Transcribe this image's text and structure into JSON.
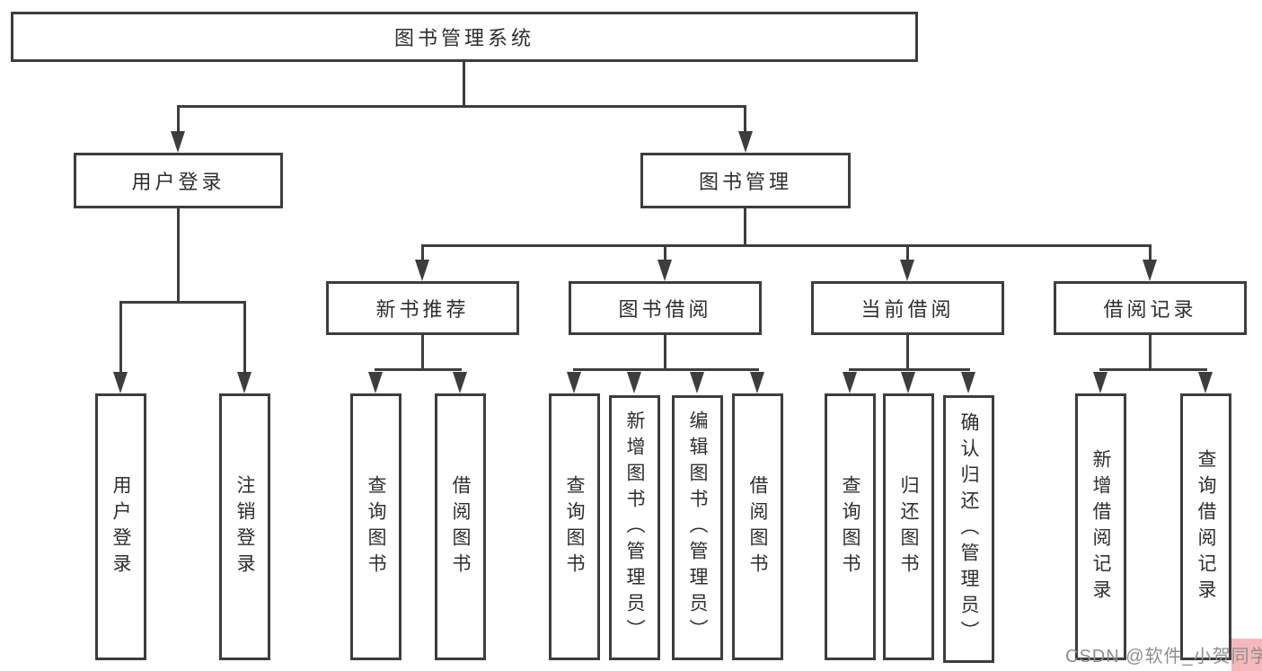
{
  "tree": {
    "root": {
      "label": "图书管理系统"
    },
    "children": [
      {
        "label": "用户登录",
        "children": [
          {
            "label": "用户登录"
          },
          {
            "label": "注销登录"
          }
        ]
      },
      {
        "label": "图书管理",
        "children": [
          {
            "label": "新书推荐",
            "children": [
              {
                "label": "查询图书"
              },
              {
                "label": "借阅图书"
              }
            ]
          },
          {
            "label": "图书借阅",
            "children": [
              {
                "label": "查询图书"
              },
              {
                "label": "新增图书（管理员）"
              },
              {
                "label": "编辑图书（管理员）"
              },
              {
                "label": "借阅图书"
              }
            ]
          },
          {
            "label": "当前借阅",
            "children": [
              {
                "label": "查询图书"
              },
              {
                "label": "归还图书"
              },
              {
                "label": "确认归还（管理员）"
              }
            ]
          },
          {
            "label": "借阅记录",
            "children": [
              {
                "label": "新增借阅记录"
              },
              {
                "label": "查询借阅记录"
              }
            ]
          }
        ]
      }
    ]
  },
  "watermark": {
    "text": "CSDN @软件_小贺同学"
  },
  "colors": {
    "line": "#3d3d3d",
    "box_border": "#3d3d3d",
    "text": "#2e2e2e",
    "background": "#ffffff",
    "watermark_text": "#8e8e8e",
    "watermark_highlight": "#f2a8ad"
  }
}
